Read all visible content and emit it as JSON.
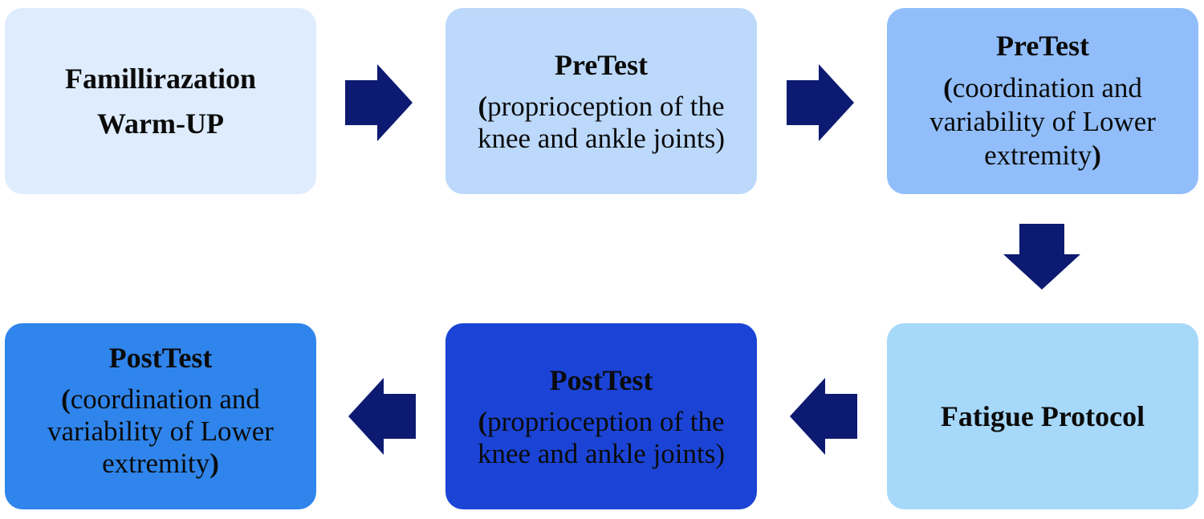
{
  "steps": [
    {
      "title": "Famillirazation",
      "title2": "Warm-UP"
    },
    {
      "title": "PreTest",
      "desc_open": "(",
      "desc_line1": "proprioception of the",
      "desc_line2": "knee and ankle joints)"
    },
    {
      "title": "PreTest",
      "desc_open": "(",
      "desc_line1": "coordination and",
      "desc_line2": "variability of Lower",
      "desc_line3": "extremity",
      "desc_close": ")"
    },
    {
      "title": "Fatigue Protocol"
    },
    {
      "title": "PostTest",
      "desc_open": "(",
      "desc_line1": "proprioception of the",
      "desc_line2": "knee and ankle joints)"
    },
    {
      "title": "PostTest",
      "desc_open": "(",
      "desc_line1": "coordination and",
      "desc_line2": "variability of Lower",
      "desc_line3": "extremity",
      "desc_close": ")"
    }
  ],
  "colors": {
    "step1": "#deecfd",
    "step2": "#bcd9fc",
    "step3": "#91befb",
    "step4": "#a6d8fa",
    "step5": "#1b44d6",
    "step6": "#2f85ec",
    "arrow": "#0d1a72"
  },
  "flow": [
    "right",
    "right",
    "down",
    "left",
    "left"
  ]
}
